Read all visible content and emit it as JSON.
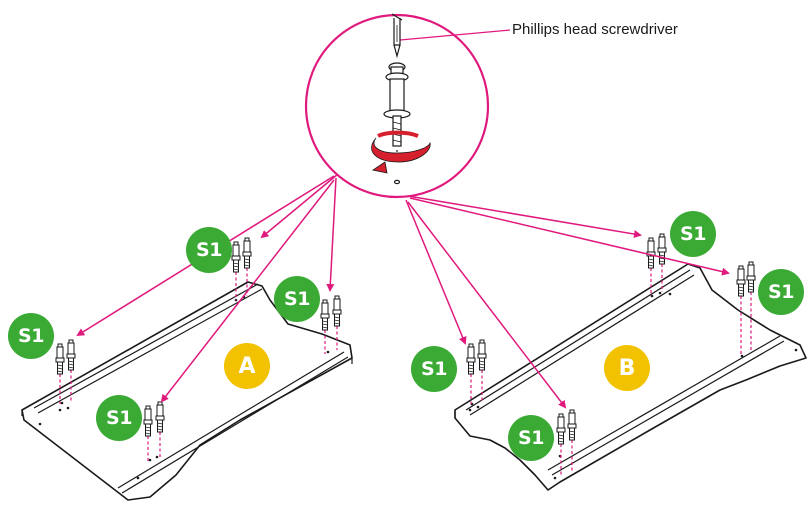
{
  "tool_label": "Phillips head screwdriver",
  "screw_badge": "S1",
  "panels": [
    {
      "label": "A"
    },
    {
      "label": "B"
    }
  ],
  "colors": {
    "screw_badge": "#3aaa35",
    "panel_badge": "#f2c100",
    "arrow": "#e0197d",
    "outline": "#1a1a1a"
  },
  "icons": [
    "screwdriver-icon",
    "rotation-arrow-icon",
    "cam-bolt-icon"
  ]
}
